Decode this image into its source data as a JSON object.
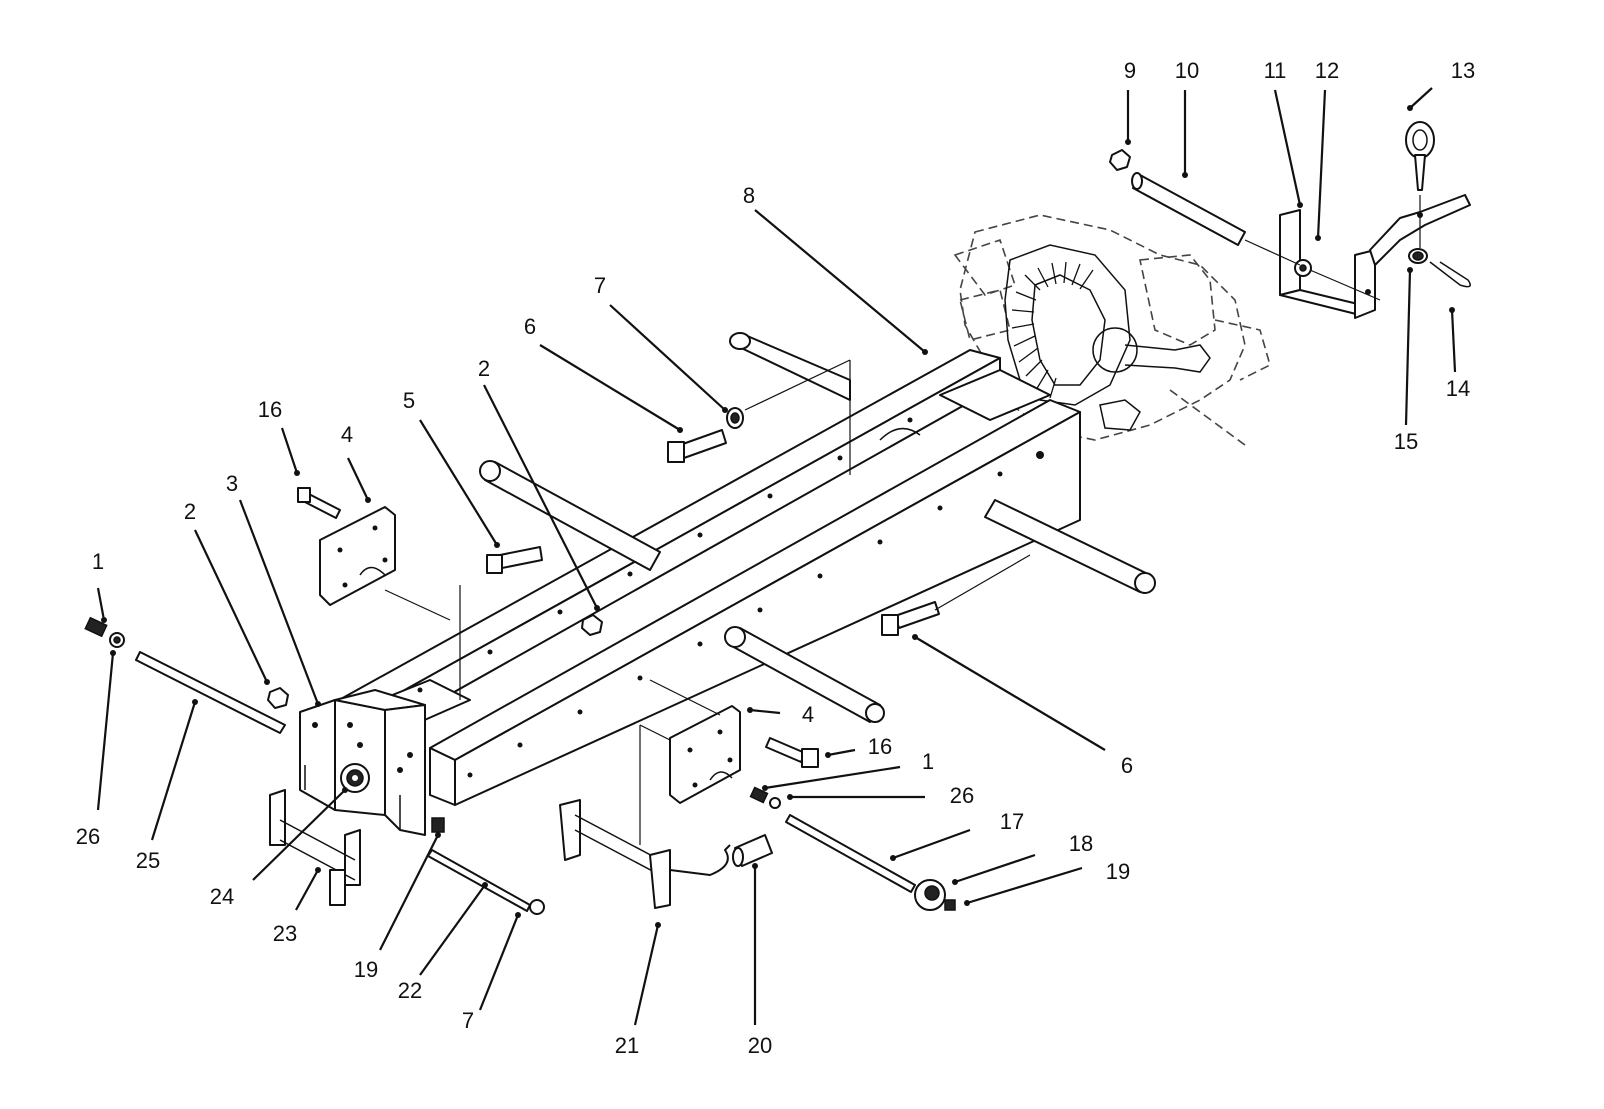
{
  "callouts": [
    {
      "id": "c1a",
      "text": "1"
    },
    {
      "id": "c1b",
      "text": "1"
    },
    {
      "id": "c2a",
      "text": "2"
    },
    {
      "id": "c2b",
      "text": "2"
    },
    {
      "id": "c3",
      "text": "3"
    },
    {
      "id": "c4a",
      "text": "4"
    },
    {
      "id": "c4b",
      "text": "4"
    },
    {
      "id": "c5",
      "text": "5"
    },
    {
      "id": "c6a",
      "text": "6"
    },
    {
      "id": "c6b",
      "text": "6"
    },
    {
      "id": "c7a",
      "text": "7"
    },
    {
      "id": "c7b",
      "text": "7"
    },
    {
      "id": "c8",
      "text": "8"
    },
    {
      "id": "c9",
      "text": "9"
    },
    {
      "id": "c10",
      "text": "10"
    },
    {
      "id": "c11",
      "text": "11"
    },
    {
      "id": "c12",
      "text": "12"
    },
    {
      "id": "c13",
      "text": "13"
    },
    {
      "id": "c14",
      "text": "14"
    },
    {
      "id": "c15",
      "text": "15"
    },
    {
      "id": "c16a",
      "text": "16"
    },
    {
      "id": "c16b",
      "text": "16"
    },
    {
      "id": "c17",
      "text": "17"
    },
    {
      "id": "c18",
      "text": "18"
    },
    {
      "id": "c19a",
      "text": "19"
    },
    {
      "id": "c19b",
      "text": "19"
    },
    {
      "id": "c20",
      "text": "20"
    },
    {
      "id": "c21",
      "text": "21"
    },
    {
      "id": "c22",
      "text": "22"
    },
    {
      "id": "c23",
      "text": "23"
    },
    {
      "id": "c24",
      "text": "24"
    },
    {
      "id": "c25",
      "text": "25"
    },
    {
      "id": "c26a",
      "text": "26"
    },
    {
      "id": "c26b",
      "text": "26"
    }
  ]
}
